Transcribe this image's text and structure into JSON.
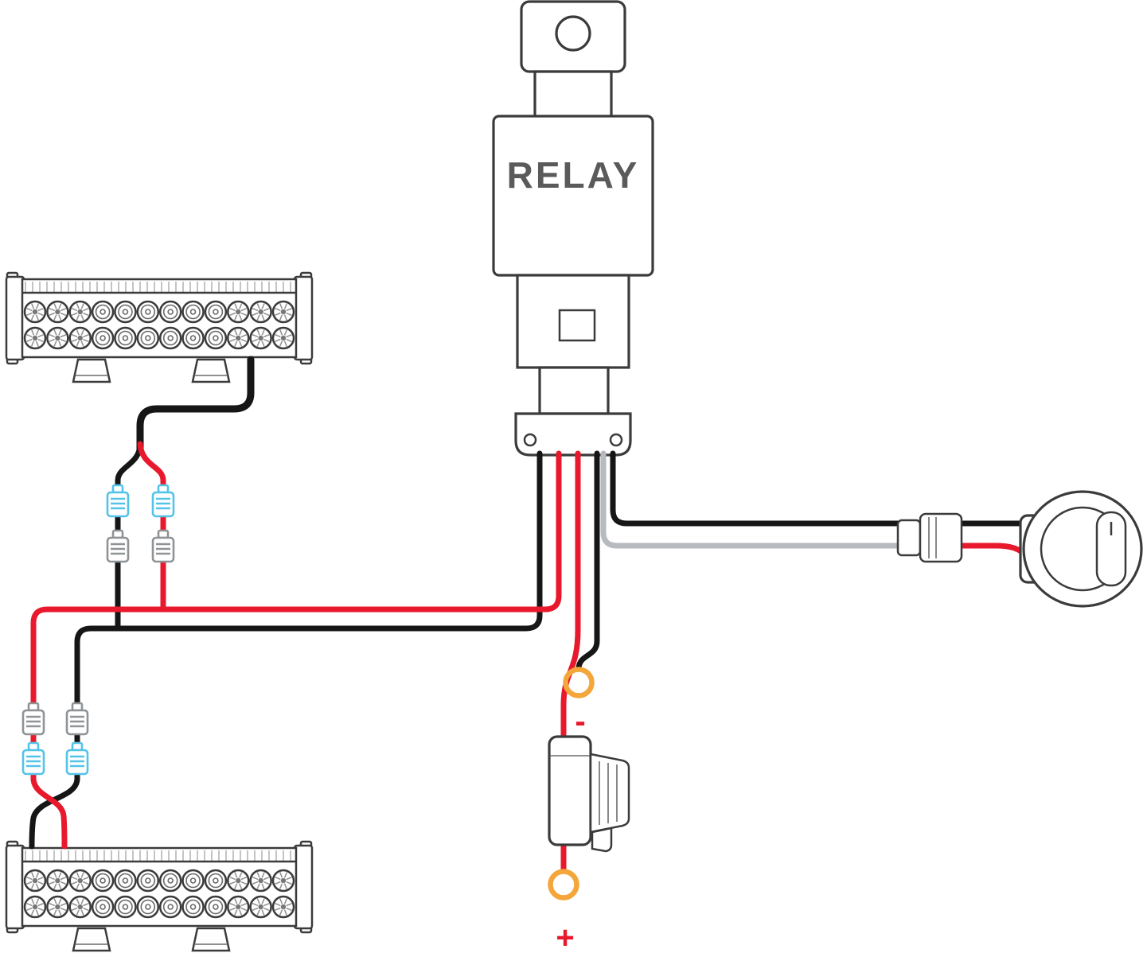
{
  "labels": {
    "relay": "RELAY",
    "battery_negative": "-",
    "battery_positive": "+"
  },
  "colors": {
    "wire_red": "#e8192c",
    "wire_black": "#161616",
    "wire_gray": "#b7babe",
    "ring_orange": "#f4a63b",
    "connector_blue": "#54c3e8",
    "connector_gray": "#8f9396",
    "outline": "#3b3b3b",
    "label_red": "#e8192c",
    "relay_text": "#5a5a5a",
    "led_fill": "#dcdcdc"
  },
  "icons": [
    "relay-icon",
    "led-light-bar-icon",
    "rocker-switch-icon",
    "inline-fuse-holder-icon",
    "ring-terminal-icon",
    "quick-disconnect-connector-icon"
  ],
  "lightbar": {
    "cols": 12,
    "rows": 2,
    "reflector_cols_each_side": 3
  }
}
